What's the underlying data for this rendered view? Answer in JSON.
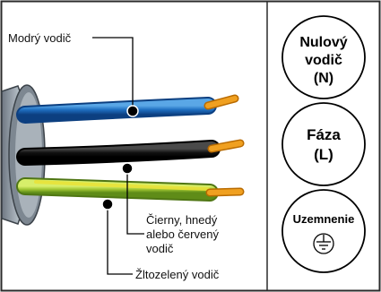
{
  "labels": {
    "blue_wire": "Modrý vodič",
    "black_wire": [
      "Čierny, hnedý",
      "alebo červený",
      "vodič"
    ],
    "green_yellow_wire": "Žltozelený vodič"
  },
  "terminals": {
    "neutral": [
      "Nulový",
      "vodič",
      "(N)"
    ],
    "phase": [
      "Fáza",
      "(L)"
    ],
    "earth": "Uzemnenie"
  },
  "colors": {
    "frame_border": "#2b2b2b",
    "cable_body": "#9aa4ae",
    "blue_wire": "#1f6fc1",
    "black_wire": "#111111",
    "green_wire": "#9ec431",
    "yellow_stripe": "#e9e23a",
    "copper_tip": "#f0a020",
    "leader_line": "#000000",
    "panel_bg": "#ffffff",
    "circle_border": "#000000"
  },
  "icons": {
    "earth_symbol": "ground-icon"
  }
}
